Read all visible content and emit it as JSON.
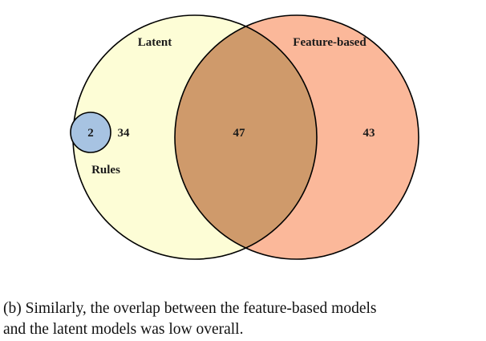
{
  "diagram": {
    "sets": {
      "latent": {
        "label": "Latent",
        "fill": "#fdfdd6"
      },
      "feature_based": {
        "label": "Feature-based",
        "fill": "#fbb89a"
      },
      "rules": {
        "label": "Rules",
        "fill": "#a7c3e2"
      }
    },
    "overlap_fill": "#cf9a6b",
    "outline_color": "#000000",
    "counts": {
      "rules": "2",
      "latent_only": "34",
      "latent_and_feature": "47",
      "feature_only": "43"
    }
  },
  "caption": {
    "line1": "(b) Similarly, the overlap between the feature-based models",
    "line2": "and the latent models was low overall."
  }
}
